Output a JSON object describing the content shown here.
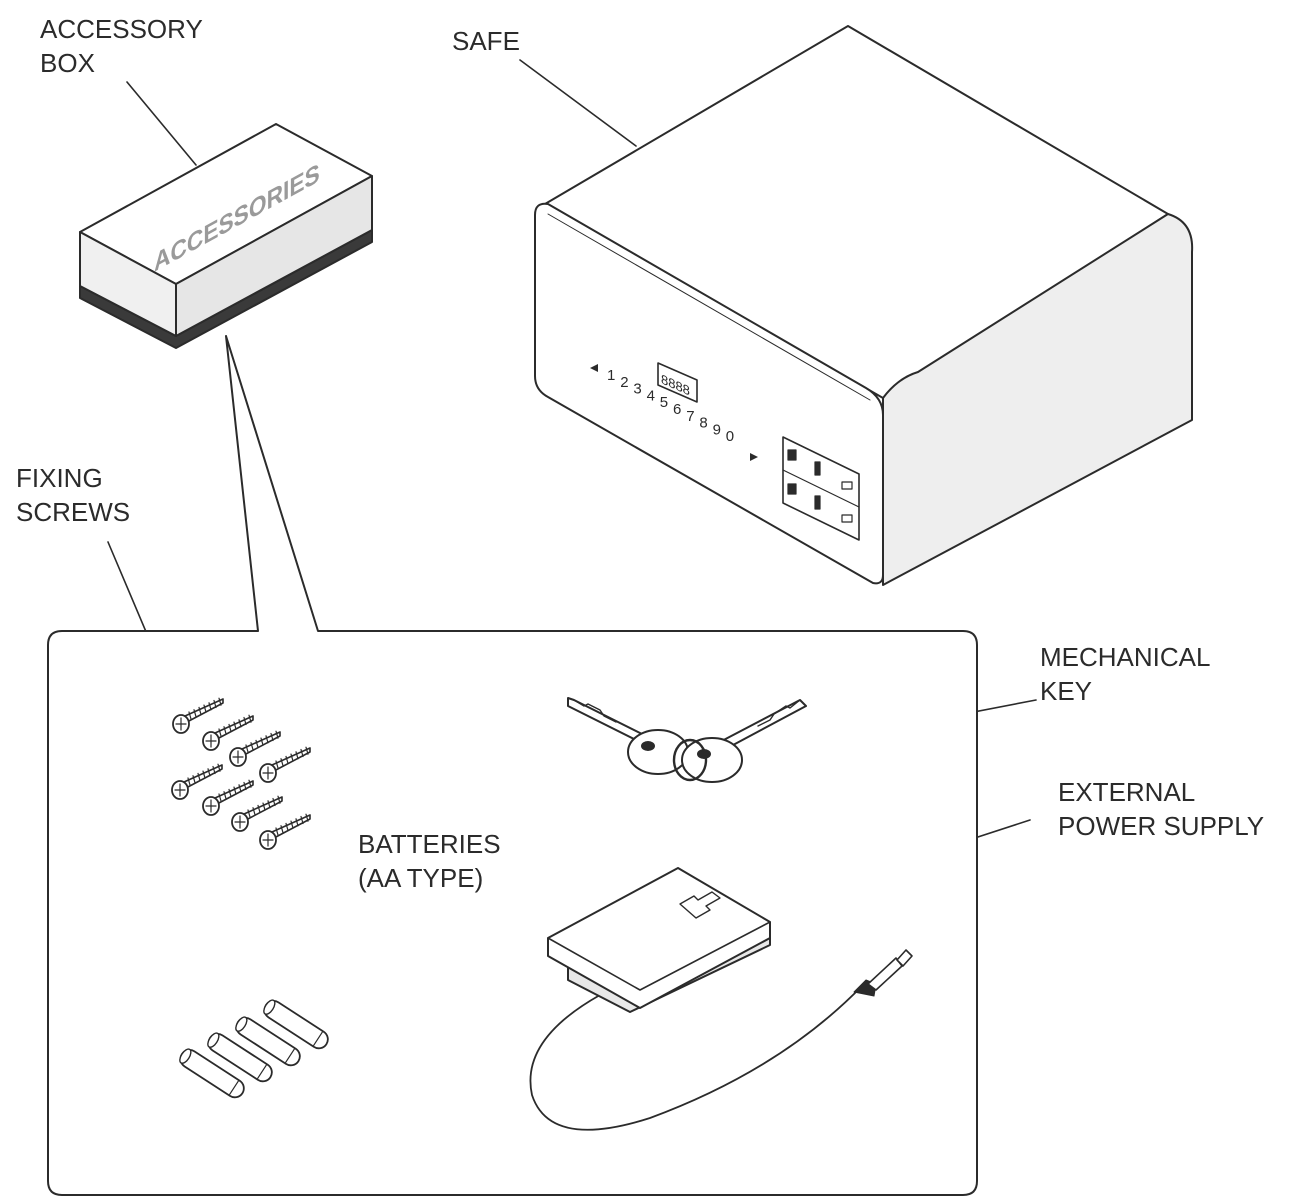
{
  "labels": {
    "accessory_box": [
      "ACCESSORY",
      "BOX"
    ],
    "safe": "SAFE",
    "fixing_screws": [
      "FIXING",
      "SCREWS"
    ],
    "mechanical_key": [
      "MECHANICAL",
      "KEY"
    ],
    "external_power_supply": [
      "EXTERNAL",
      "POWER SUPPLY"
    ],
    "batteries": [
      "BATTERIES",
      "(AA TYPE)"
    ]
  },
  "box_print": "ACCESSORIES",
  "safe_panel": {
    "display": "8888",
    "keypad_digits": [
      "1",
      "2",
      "3",
      "4",
      "5",
      "6",
      "7",
      "8",
      "9",
      "0"
    ]
  },
  "colors": {
    "line": "#2b2b2b",
    "fill": "#ffffff",
    "shade": "#e4e4e4",
    "box_text": "#9a9a9a"
  }
}
